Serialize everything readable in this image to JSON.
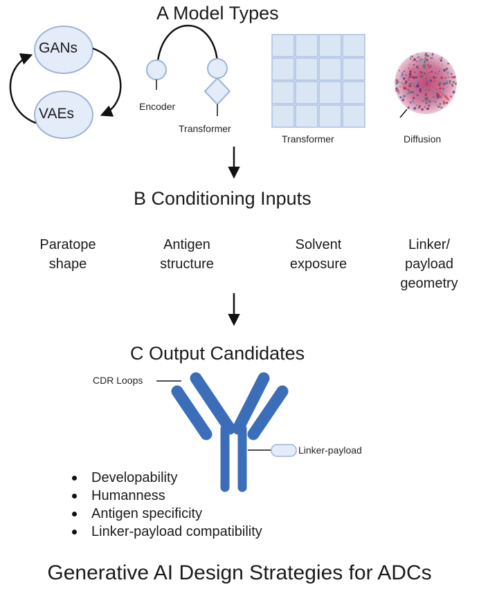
{
  "section_a": {
    "title": "A Model Types",
    "gans": "GANs",
    "vaes": "VAEs",
    "encoder": "Encoder",
    "transformer_1": "Transformer",
    "transformer_2": "Transformer",
    "diffusion": "Diffusion"
  },
  "section_b": {
    "title": "B Conditioning Inputs",
    "inputs": [
      "Paratope\nshape",
      "Antigen\nstructure",
      "Solvent\nexposure",
      "Linker/\npayload\ngeometry"
    ]
  },
  "section_c": {
    "title": "C Output Candidates",
    "cdr_label": "CDR Loops",
    "linker_label": "Linker-payload",
    "bullets": [
      "Developability",
      "Humanness",
      "Antigen specificity",
      "Linker-payload compatibility"
    ]
  },
  "footer": "Generative AI Design Strategies for ADCs",
  "colors": {
    "circle_fill": "#e3ecf8",
    "circle_stroke": "#9db4d6",
    "antibody": "#3b6db8",
    "grid_fill": "#dbe6f5",
    "grid_stroke": "#a9bfe0"
  }
}
